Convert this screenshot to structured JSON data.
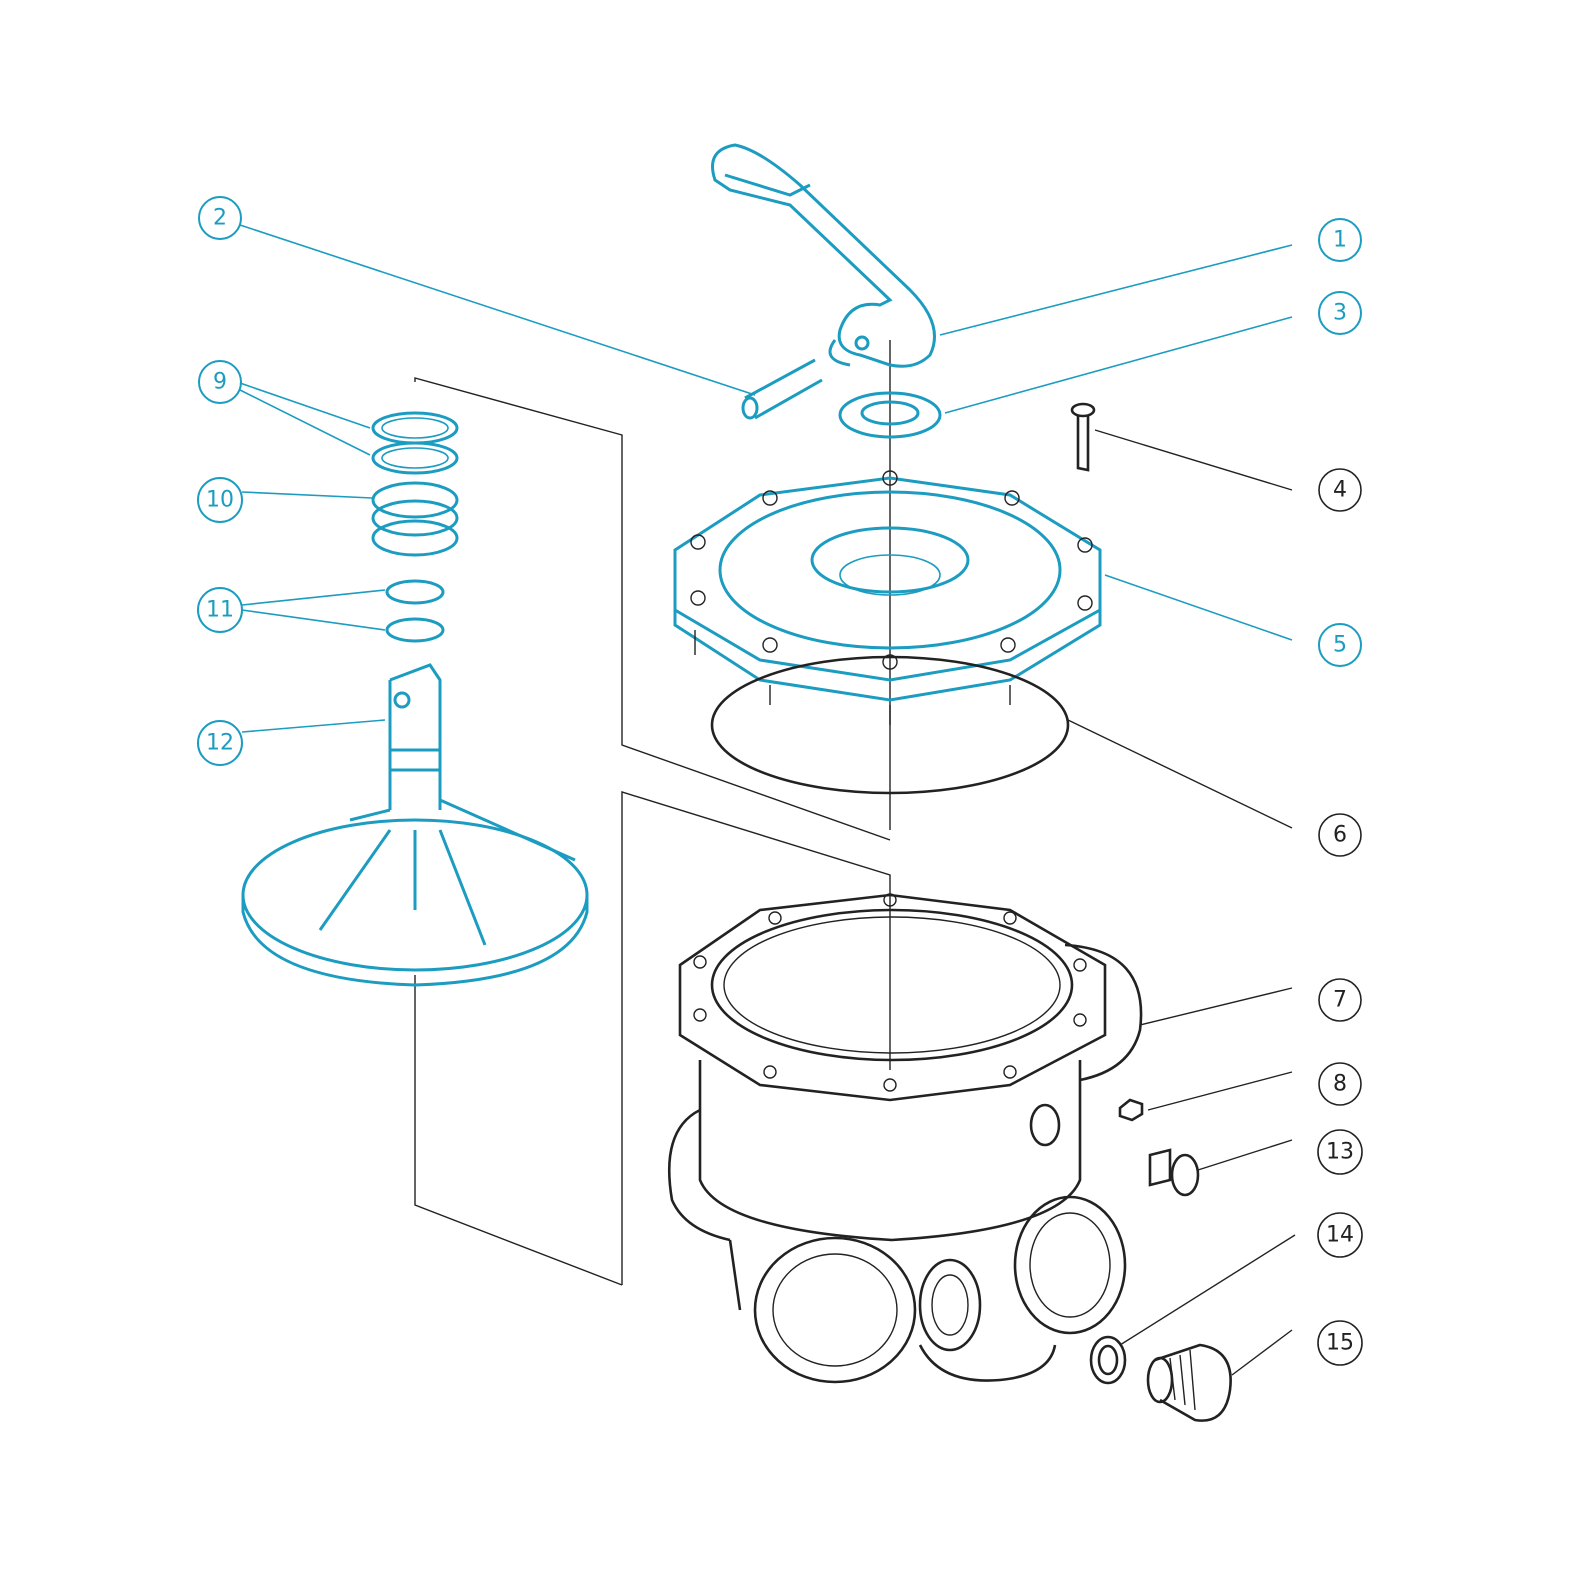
{
  "colors": {
    "blue": "#1b9cc0",
    "black": "#222222"
  },
  "callouts": [
    {
      "label": "1",
      "color": "blue"
    },
    {
      "label": "2",
      "color": "blue"
    },
    {
      "label": "3",
      "color": "blue"
    },
    {
      "label": "4",
      "color": "black"
    },
    {
      "label": "5",
      "color": "blue"
    },
    {
      "label": "6",
      "color": "black"
    },
    {
      "label": "7",
      "color": "black"
    },
    {
      "label": "8",
      "color": "black"
    },
    {
      "label": "9",
      "color": "blue"
    },
    {
      "label": "10",
      "color": "blue"
    },
    {
      "label": "11",
      "color": "blue"
    },
    {
      "label": "12",
      "color": "blue"
    },
    {
      "label": "13",
      "color": "black"
    },
    {
      "label": "14",
      "color": "black"
    },
    {
      "label": "15",
      "color": "black"
    }
  ]
}
